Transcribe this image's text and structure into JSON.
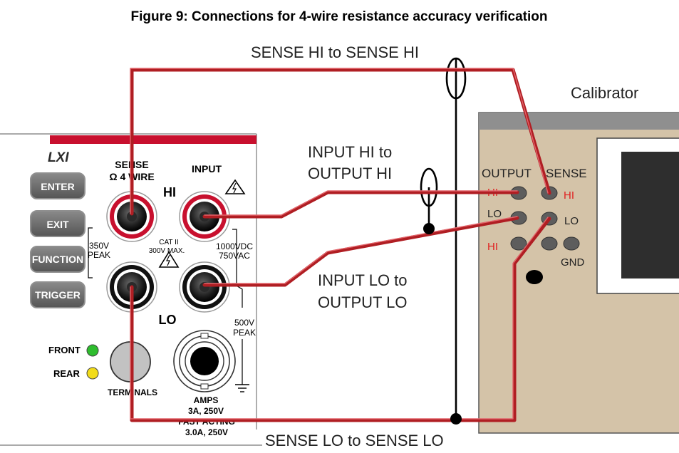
{
  "title": "Figure 9: Connections for 4-wire resistance accuracy verification",
  "colors": {
    "wire": "#b01e23",
    "panel_stripe": "#c8102e",
    "calibrator_body": "#d4c3a8",
    "calibrator_top": "#8f8f8f",
    "button_fill": "#6d6d6d",
    "led_front": "#2ebd2e",
    "led_rear": "#f2dc1a"
  },
  "connections": {
    "sense_hi": "SENSE HI to SENSE HI",
    "input_hi_line1": "INPUT HI to",
    "input_hi_line2": "OUTPUT HI",
    "input_lo_line1": "INPUT LO to",
    "input_lo_line2": "OUTPUT LO",
    "sense_lo": "SENSE LO to SENSE LO"
  },
  "meter": {
    "logo": "LXI",
    "buttons": [
      "ENTER",
      "EXIT",
      "FUNCTION",
      "TRIGGER"
    ],
    "sense_label_1": "SENSE",
    "sense_label_2": "Ω 4 WIRE",
    "input_label": "INPUT",
    "hi_label": "HI",
    "lo_label": "LO",
    "rating_350_1": "350V",
    "rating_350_2": "PEAK",
    "cat_1": "CAT II",
    "cat_2": "300V MAX.",
    "rating_1000_1": "1000VDC",
    "rating_1000_2": "750VAC",
    "rating_500_1": "500V",
    "rating_500_2": "PEAK",
    "front_label": "FRONT",
    "rear_label": "REAR",
    "terminals_label": "TERMINALS",
    "amps_1": "AMPS",
    "amps_2": "3A, 250V",
    "fast_acting": "FAST ACTING",
    "fuse": "3.0A, 250V"
  },
  "calibrator": {
    "title": "Calibrator",
    "output_label": "OUTPUT",
    "sense_label": "SENSE",
    "hi_output": "HI",
    "lo_output": "LO",
    "hi_sense": "HI",
    "lo_sense": "LO",
    "hi_lower": "HI",
    "gnd": "GND"
  }
}
